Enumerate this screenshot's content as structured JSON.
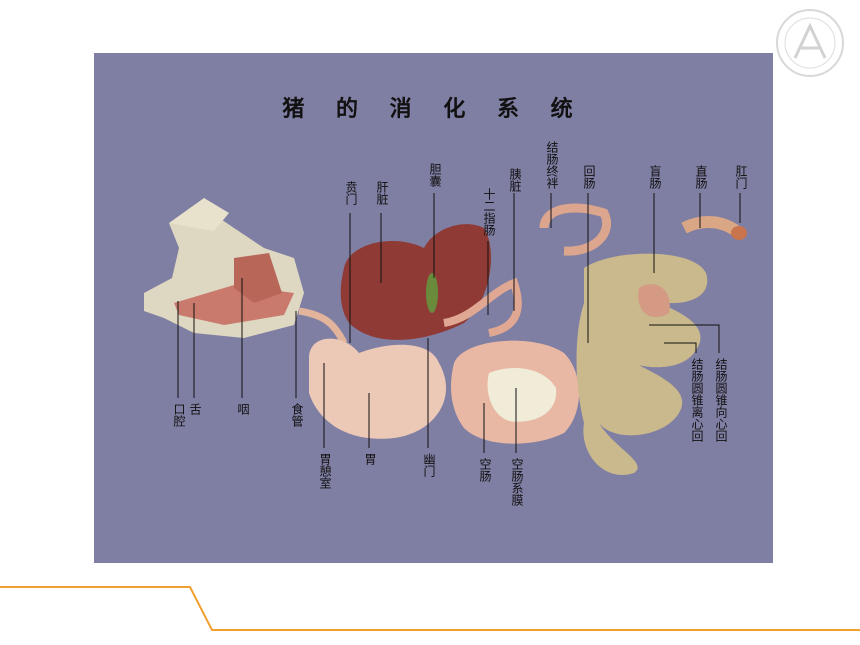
{
  "title": "猪 的 消 化 系 统",
  "colors": {
    "panel": "#7f7ea3",
    "accent_line": "#f0a030"
  },
  "labels": {
    "kouqiang": "口腔",
    "she": "舌",
    "yan": "咽",
    "shiguan": "食管",
    "weiqishi": "胃憩室",
    "wei": "胃",
    "benmen": "贲门",
    "ganzang": "肝脏",
    "dannang": "胆囊",
    "youmen": "幽门",
    "shierzhichang": "十二指肠",
    "yizang": "胰脏",
    "kongchang": "空肠",
    "kongchangximo": "空肠系膜",
    "jiechangzhongpan": "结肠终袢",
    "huichang": "回肠",
    "mangchang": "盲肠",
    "zhichang": "直肠",
    "gangmen": "肛门",
    "lixinhui": "结肠圆锥离心回",
    "xiangxinhui": "结肠圆锥向心回"
  }
}
